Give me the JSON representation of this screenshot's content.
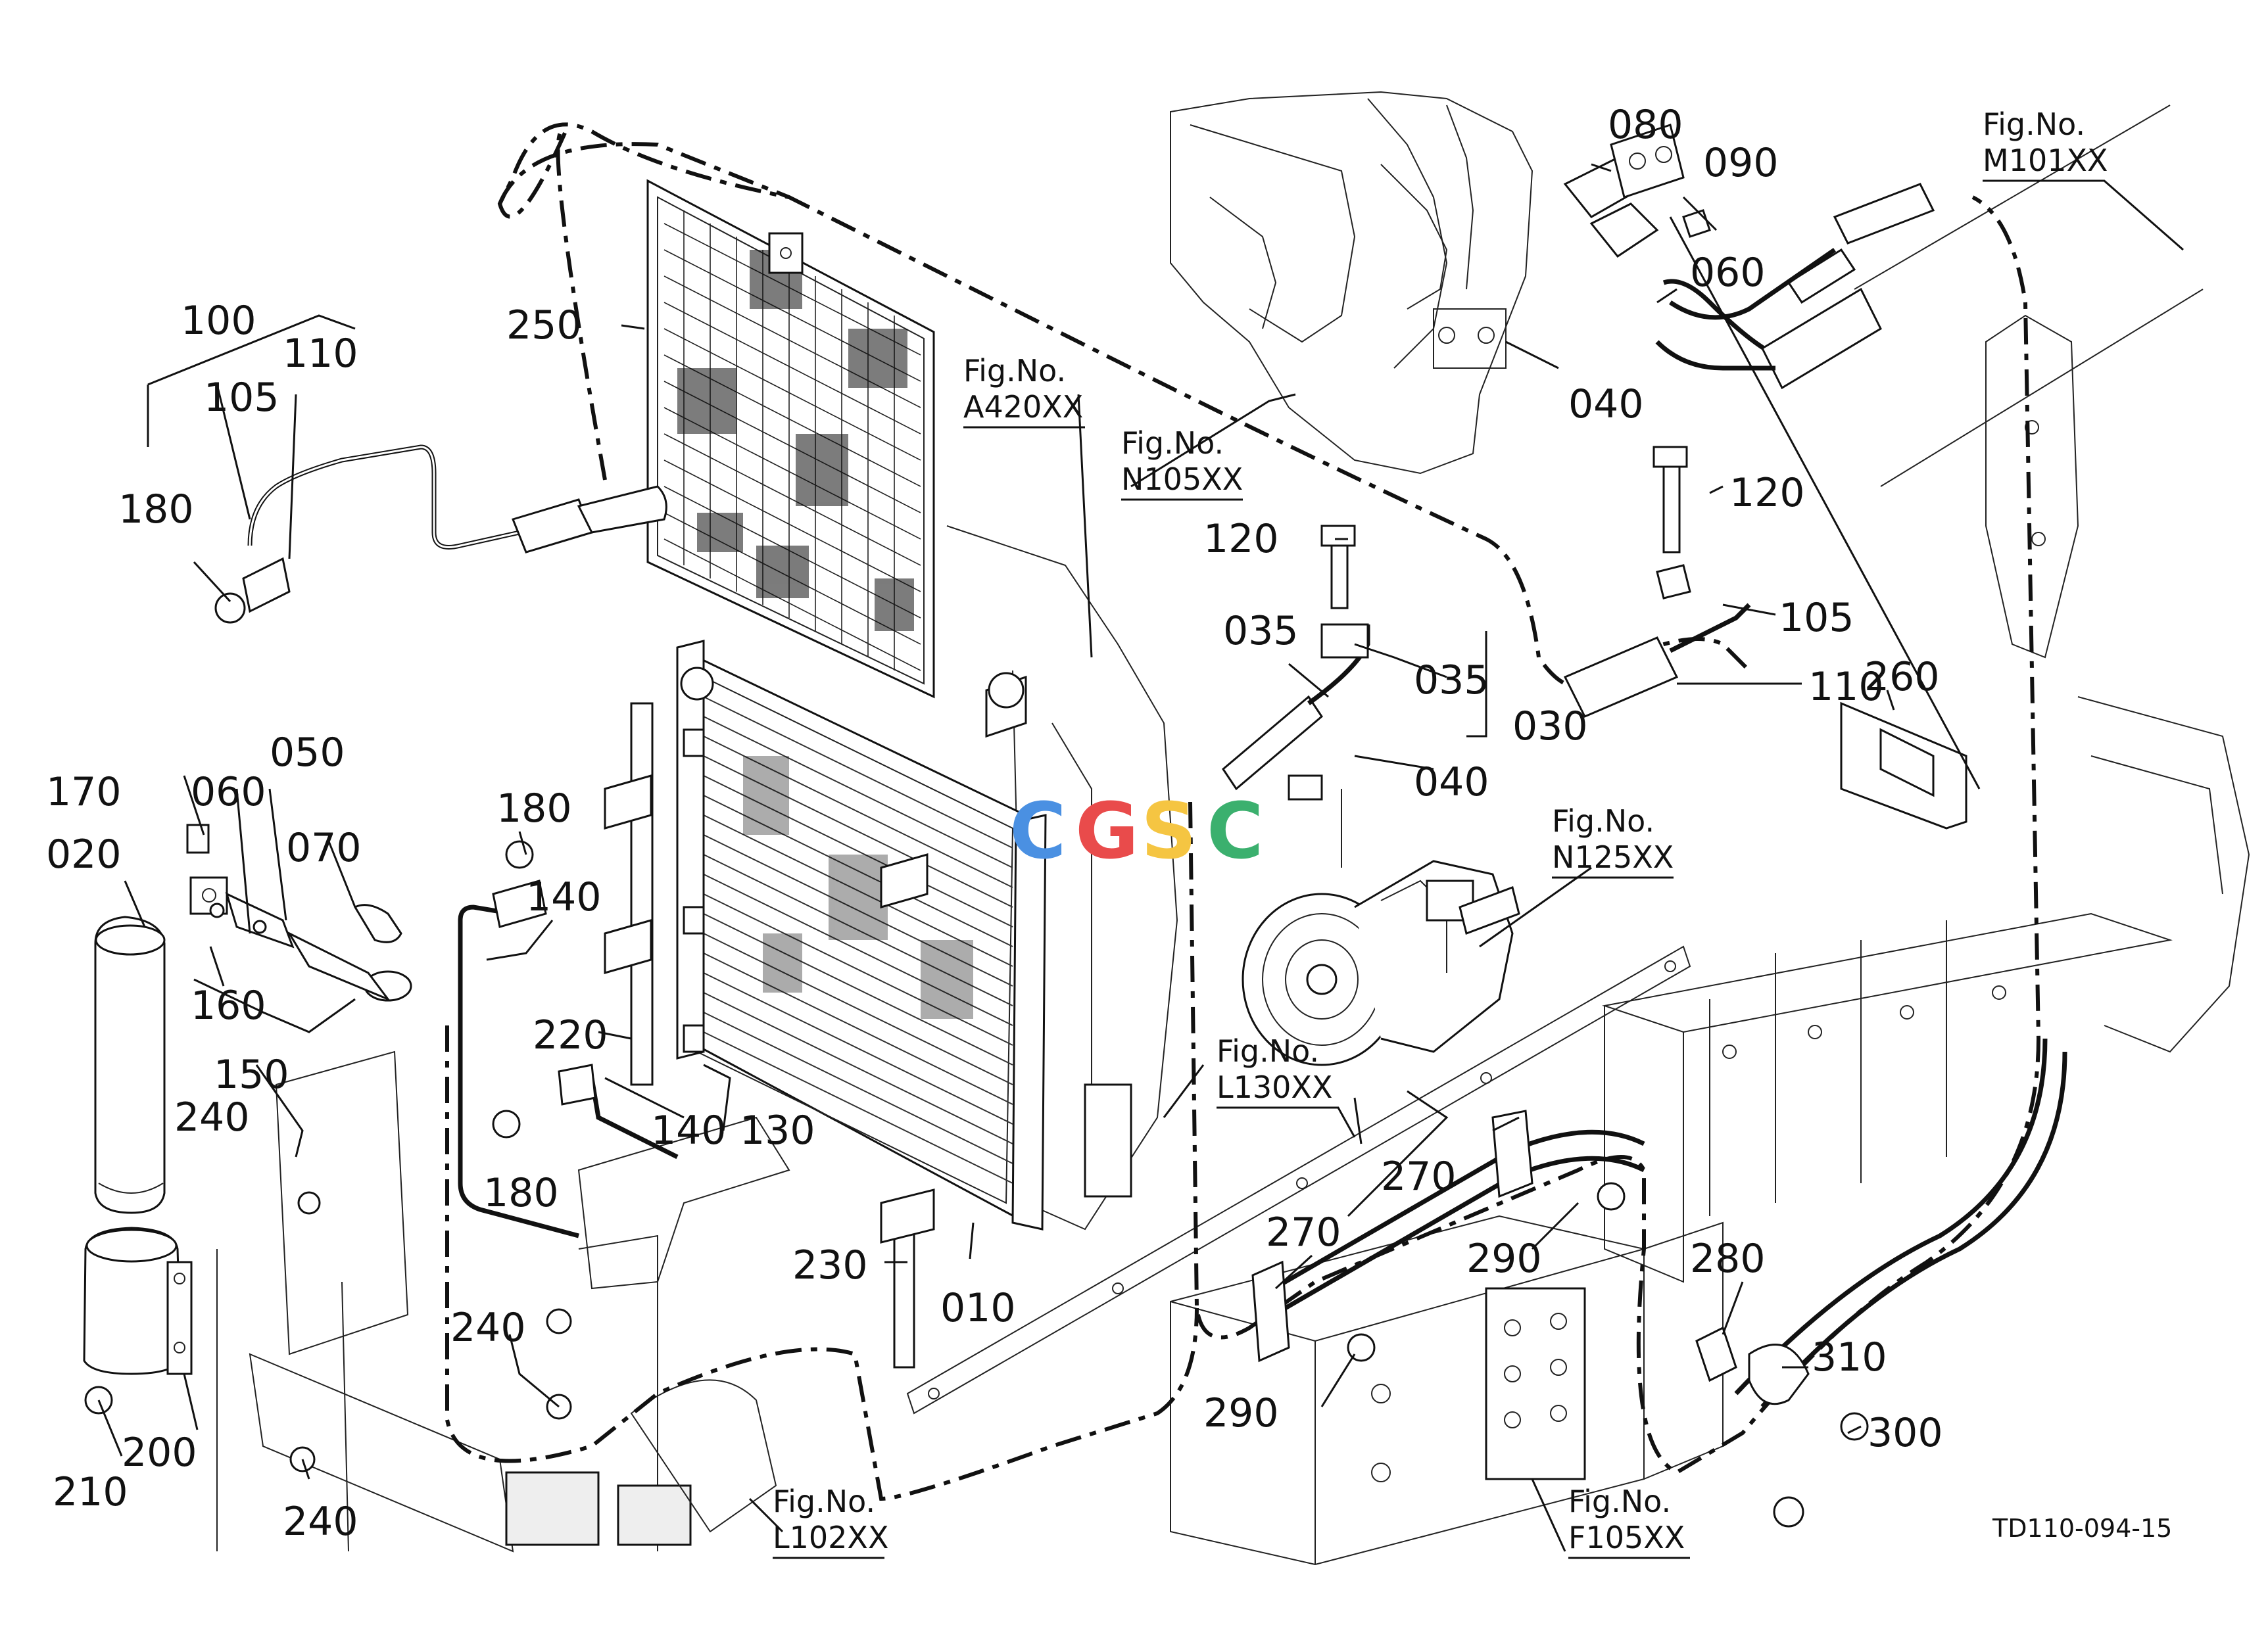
{
  "watermark": {
    "letters": [
      "C",
      "G",
      "S",
      "C"
    ],
    "colors": [
      "#4a90e2",
      "#e94b4b",
      "#f5c542",
      "#3bb06e"
    ]
  },
  "part_labels": {
    "p010": "010",
    "p020": "020",
    "p030": "030",
    "p035a": "035",
    "p035b": "035",
    "p040a": "040",
    "p040b": "040",
    "p050": "050",
    "p060a": "060",
    "p060b": "060",
    "p070": "070",
    "p080": "080",
    "p090": "090",
    "p100": "100",
    "p105a": "105",
    "p105b": "105",
    "p110a": "110",
    "p110b": "110",
    "p120a": "120",
    "p120b": "120",
    "p130": "130",
    "p140a": "140",
    "p140b": "140",
    "p150": "150",
    "p160": "160",
    "p170": "170",
    "p180a": "180",
    "p180b": "180",
    "p180c": "180",
    "p200": "200",
    "p210": "210",
    "p220": "220",
    "p230": "230",
    "p240a": "240",
    "p240b": "240",
    "p240c": "240",
    "p250": "250",
    "p260": "260",
    "p270a": "270",
    "p270b": "270",
    "p280": "280",
    "p290a": "290",
    "p290b": "290",
    "p300": "300",
    "p310": "310"
  },
  "figure_refs": {
    "caption": "Fig.No.",
    "a420": "A420XX",
    "n105": "N105XX",
    "m101": "M101XX",
    "n125": "N125XX",
    "l130": "L130XX",
    "l102": "L102XX",
    "f105": "F105XX"
  },
  "drawing_code": "TD110-094-15"
}
